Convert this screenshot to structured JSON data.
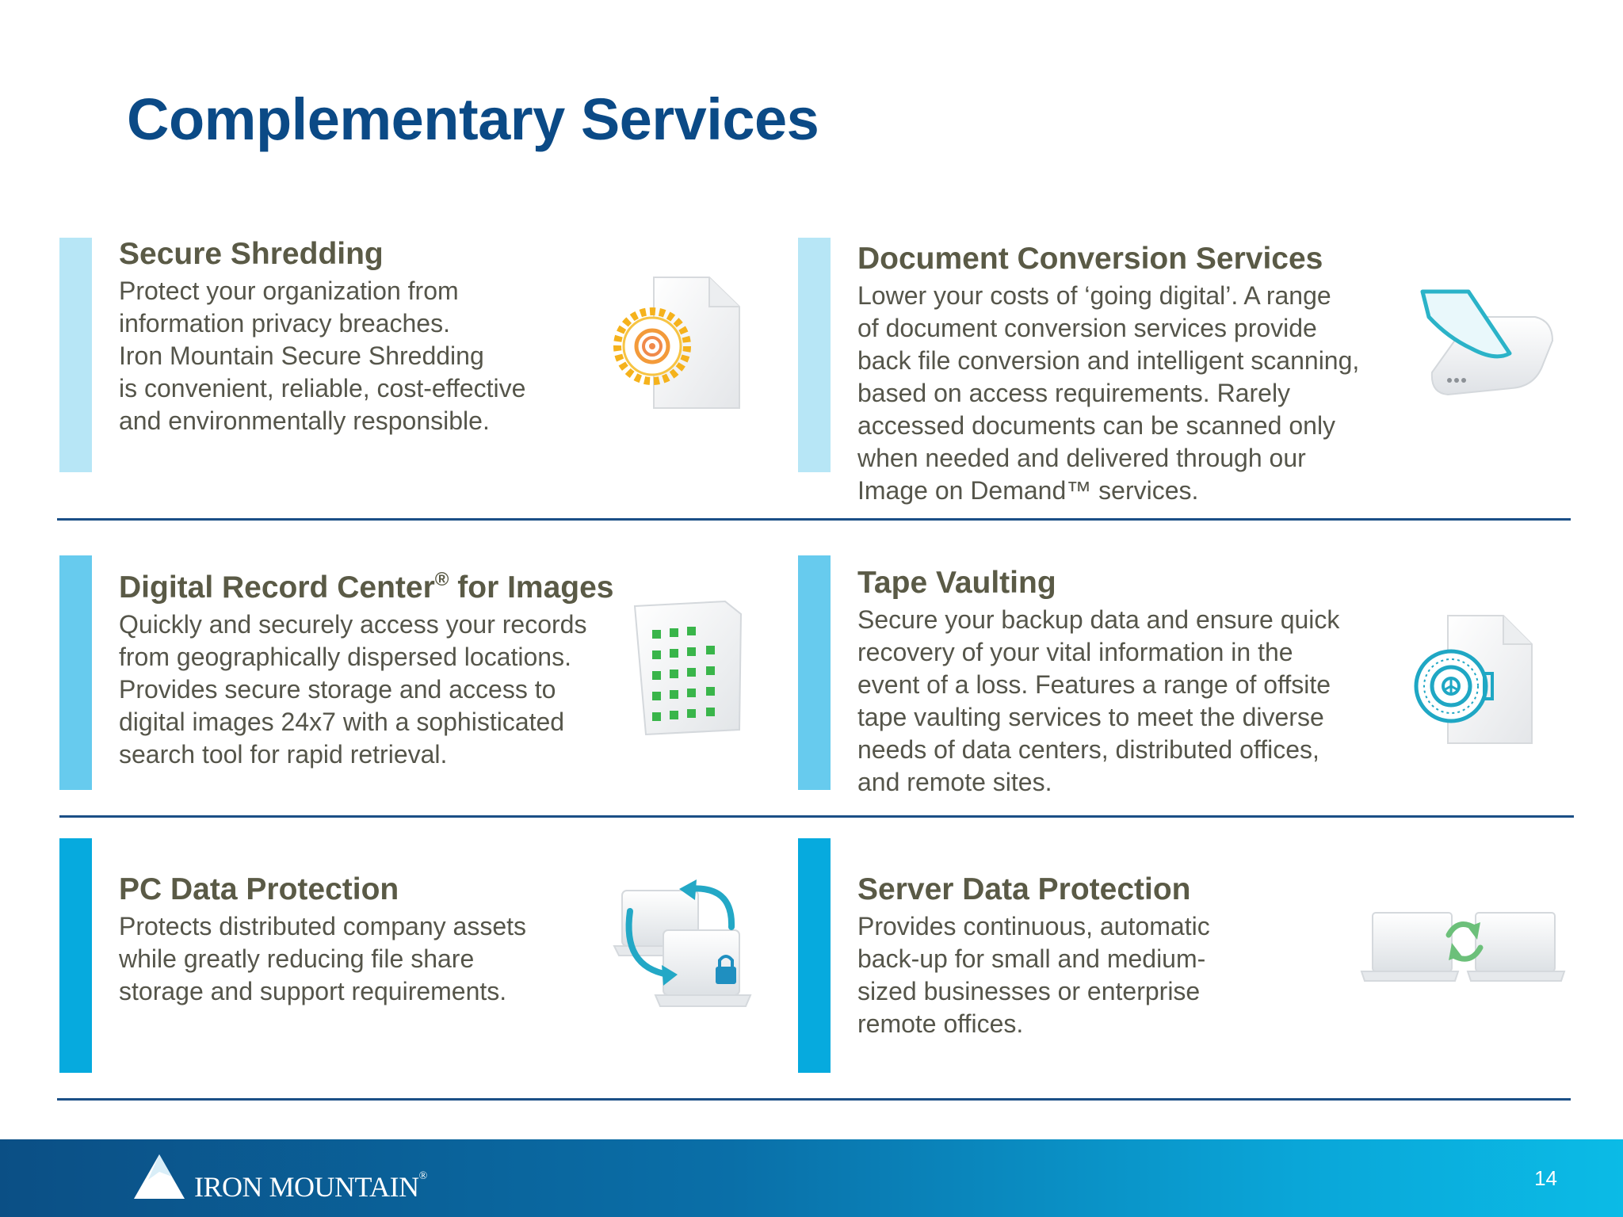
{
  "title": "Complementary Services",
  "colors": {
    "title": "#0b4a86",
    "heading": "#5a5a46",
    "body": "#55554a",
    "divider": "#1b4f86",
    "bar_row1": "#b7e6f6",
    "bar_row2": "#67cbee",
    "bar_row3": "#06aade"
  },
  "services": [
    {
      "title": "Secure Shredding",
      "body": [
        "Protect your organization from",
        "information privacy breaches.",
        "Iron Mountain Secure Shredding",
        "is convenient, reliable, cost-effective",
        "and environmentally responsible."
      ],
      "icon": "shredder-document-icon"
    },
    {
      "title": "Document Conversion Services",
      "body": [
        "Lower your costs of ‘going digital’. A range",
        "of document conversion services provide",
        "back file conversion and intelligent scanning,",
        "based on access requirements. Rarely",
        "accessed documents can be scanned only",
        "when needed and delivered through our",
        "Image on Demand™ services."
      ],
      "icon": "scanner-icon"
    },
    {
      "title": "Digital Record Center",
      "title_sup": "®",
      "title_suffix": " for Images",
      "body": [
        "Quickly and securely access your records",
        "from geographically dispersed locations.",
        "Provides secure storage and access to",
        "digital images 24x7 with a sophisticated",
        "search tool for rapid retrieval."
      ],
      "icon": "image-grid-document-icon"
    },
    {
      "title": "Tape Vaulting",
      "body": [
        "Secure your backup data and ensure quick",
        "recovery of your vital information in the",
        "event of a loss. Features a range of offsite",
        "tape vaulting services to meet the diverse",
        "needs of data centers, distributed offices,",
        "and remote sites."
      ],
      "icon": "vault-document-icon"
    },
    {
      "title": "PC Data Protection",
      "body": [
        "Protects distributed company assets",
        "while greatly reducing file share",
        "storage and support requirements."
      ],
      "icon": "laptop-sync-lock-icon"
    },
    {
      "title": "Server Data Protection",
      "body": [
        "Provides continuous, automatic",
        "back-up for small and medium-",
        "sized businesses or enterprise",
        "remote offices."
      ],
      "icon": "server-sync-icon"
    }
  ],
  "footer": {
    "logo_text": "IRON MOUNTAIN",
    "logo_reg": "®",
    "page_number": "14"
  }
}
